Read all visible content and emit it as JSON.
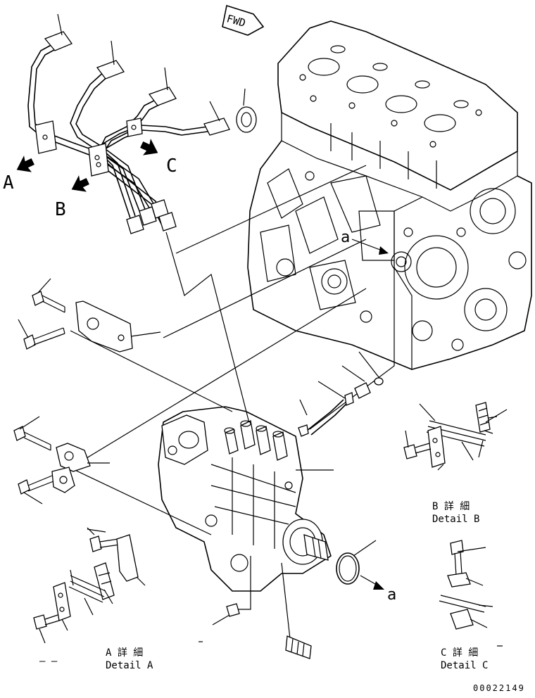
{
  "labels": {
    "fwd": "FWD",
    "view_a": "A",
    "view_b": "B",
    "view_c": "C",
    "ref_a_top": "a",
    "ref_a_bottom": "a",
    "detail_b_jp": "B 詳 細",
    "detail_b_en": "Detail B",
    "detail_a_jp": "A 詳 細",
    "detail_a_en": "Detail A",
    "detail_c_jp": "C 詳 細",
    "detail_c_en": "Detail C",
    "dash_bottom_left": "– –",
    "drawing_number": "00022149"
  }
}
